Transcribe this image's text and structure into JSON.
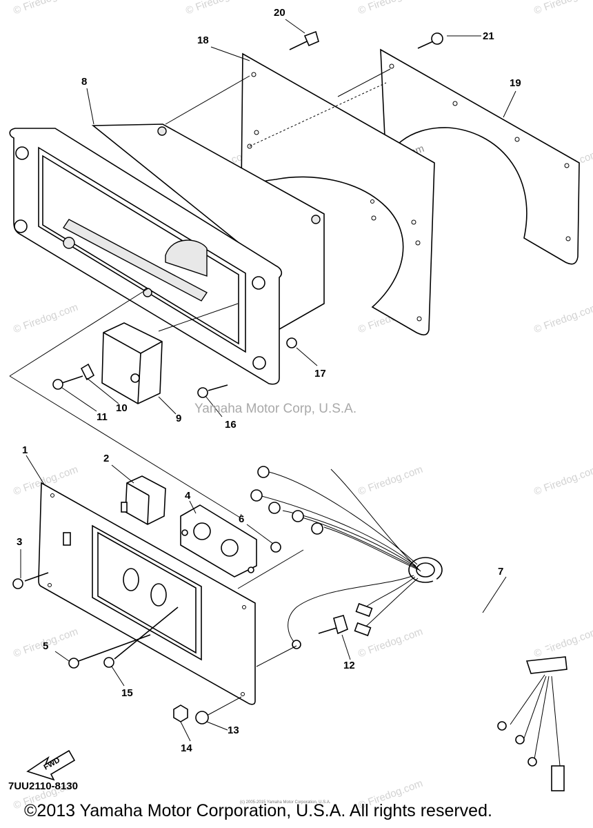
{
  "watermark_text": "© Firedog.com",
  "watermark_center": "Yamaha Motor Corp, U.S.A.",
  "callouts": [
    {
      "id": "20",
      "label": "20"
    },
    {
      "id": "21",
      "label": "21"
    },
    {
      "id": "18",
      "label": "18"
    },
    {
      "id": "19",
      "label": "19"
    },
    {
      "id": "8",
      "label": "8"
    },
    {
      "id": "17",
      "label": "17"
    },
    {
      "id": "16",
      "label": "16"
    },
    {
      "id": "11",
      "label": "11"
    },
    {
      "id": "10",
      "label": "10"
    },
    {
      "id": "9",
      "label": "9"
    },
    {
      "id": "1",
      "label": "1"
    },
    {
      "id": "2",
      "label": "2"
    },
    {
      "id": "3",
      "label": "3"
    },
    {
      "id": "4",
      "label": "4"
    },
    {
      "id": "6",
      "label": "6"
    },
    {
      "id": "7",
      "label": "7"
    },
    {
      "id": "5",
      "label": "5"
    },
    {
      "id": "15",
      "label": "15"
    },
    {
      "id": "12",
      "label": "12"
    },
    {
      "id": "13",
      "label": "13"
    },
    {
      "id": "14",
      "label": "14"
    }
  ],
  "fwd_label": "FWD",
  "diagram_code": "7UU2110-8130",
  "tiny_credit": "(c) 2005-2015 Yamaha Motor Corporation, U.S.A.",
  "copyright": "©2013 Yamaha Motor Corporation, U.S.A. All rights reserved."
}
